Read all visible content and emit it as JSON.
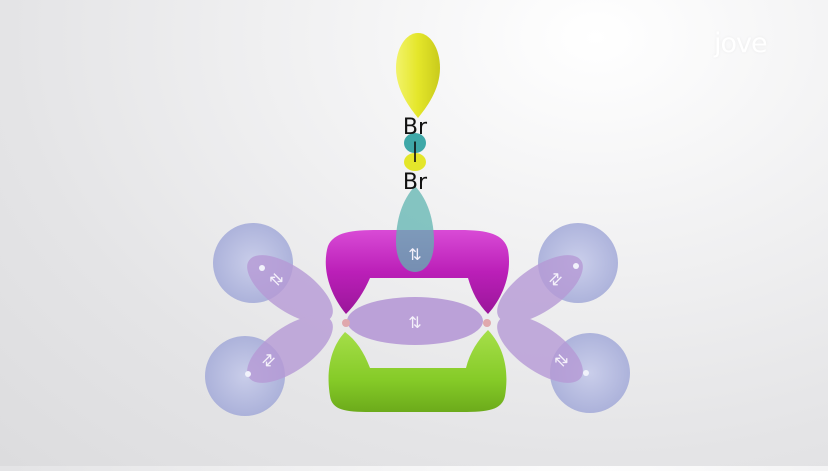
{
  "diagram": {
    "atoms": {
      "top_bromine": "Br",
      "bond": "|",
      "bottom_bromine": "Br"
    },
    "electron_pair_symbol": "⇅",
    "colors": {
      "bromine_lobe": "#e4e62a",
      "bromine_inner_lobe": "#3fa8a8",
      "pi_orbital_top": "#bb1fb8",
      "pi_orbital_bottom": "#86cb28",
      "sigma_orbital": "#b69ad6",
      "hydrogen_orbital": "#a7aedb",
      "background": "#e6e6e8"
    }
  },
  "logo": {
    "text": "jove"
  }
}
